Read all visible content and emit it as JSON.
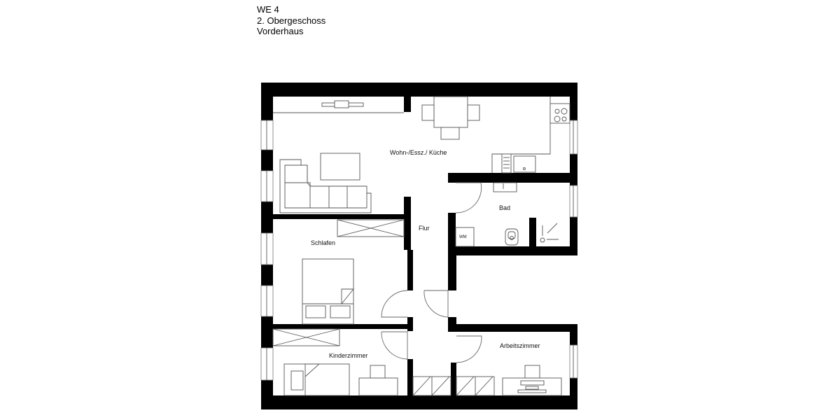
{
  "header": {
    "unit": "WE 4",
    "floor": "2. Obergeschoss",
    "building": "Vorderhaus"
  },
  "rooms": {
    "living": "Wohn-/Essz./ Küche",
    "bath": "Bad",
    "hall": "Flur",
    "bedroom": "Schlafen",
    "kids": "Kinderzimmer",
    "office": "Arbeitszimmer",
    "washer": "WM"
  },
  "colors": {
    "wall": "#000000",
    "line": "#555555",
    "background": "#ffffff"
  }
}
